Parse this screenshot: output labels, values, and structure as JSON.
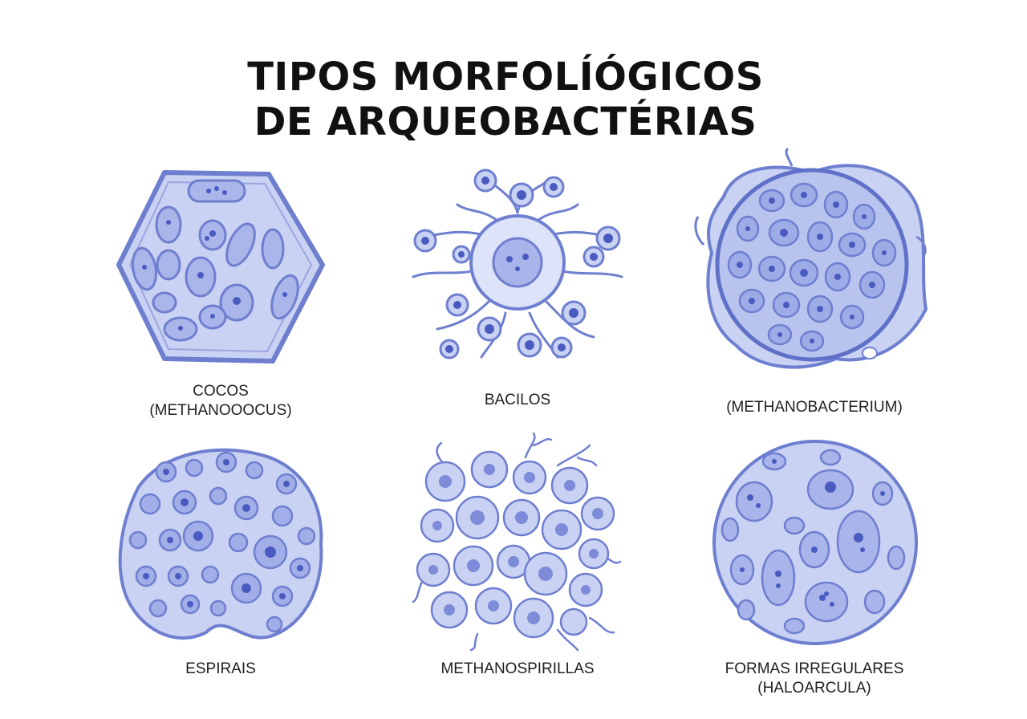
{
  "title": {
    "line1": "TIPOS MORFOLÍÓGICOS",
    "line2": "DE ARQUEOBACTÉRIAS"
  },
  "colors": {
    "membrane": "#6f7fd0",
    "fill": "#c9d2f2",
    "nucleus": "#7d8bd8",
    "dot": "#4a5bc0"
  },
  "panels": [
    {
      "name": "cocos",
      "shape": "hexagon",
      "caption_line1": "COCOS",
      "caption_line2": "(METHANOOOCUS)"
    },
    {
      "name": "bacilos",
      "shape": "star-cell",
      "caption_line1": "BACILOS",
      "caption_line2": ""
    },
    {
      "name": "methanobacterium",
      "shape": "irregular-circle",
      "caption_line1": "(METHANOBACTERIUM)",
      "caption_line2": ""
    },
    {
      "name": "espirais",
      "shape": "blob",
      "caption_line1": "ESPIRAIS",
      "caption_line2": ""
    },
    {
      "name": "methanospirillas",
      "shape": "cluster",
      "caption_line1": "METHANOSPIRILLAS",
      "caption_line2": ""
    },
    {
      "name": "formas-irregulares",
      "shape": "circle",
      "caption_line1": "FORMAS IRREGULARES",
      "caption_line2": "(HALOARCULA)"
    }
  ]
}
